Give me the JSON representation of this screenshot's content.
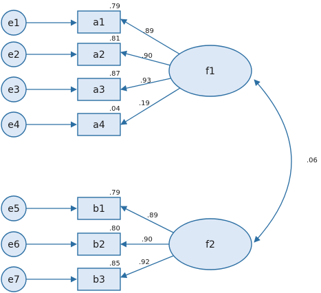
{
  "diagram": {
    "errors": [
      {
        "id": "e1",
        "label": "e1"
      },
      {
        "id": "e2",
        "label": "e2"
      },
      {
        "id": "e3",
        "label": "e3"
      },
      {
        "id": "e4",
        "label": "e4"
      },
      {
        "id": "e5",
        "label": "e5"
      },
      {
        "id": "e6",
        "label": "e6"
      },
      {
        "id": "e7",
        "label": "e7"
      }
    ],
    "indicators": [
      {
        "id": "a1",
        "label": "a1",
        "r2": ".79",
        "loading": ".89"
      },
      {
        "id": "a2",
        "label": "a2",
        "r2": ".81",
        "loading": ".90"
      },
      {
        "id": "a3",
        "label": "a3",
        "r2": ".87",
        "loading": ".93"
      },
      {
        "id": "a4",
        "label": "a4",
        "r2": ".04",
        "loading": ".19"
      },
      {
        "id": "b1",
        "label": "b1",
        "r2": ".79",
        "loading": ".89"
      },
      {
        "id": "b2",
        "label": "b2",
        "r2": ".80",
        "loading": ".90"
      },
      {
        "id": "b3",
        "label": "b3",
        "r2": ".85",
        "loading": ".92"
      }
    ],
    "factors": [
      {
        "id": "f1",
        "label": "f1"
      },
      {
        "id": "f2",
        "label": "f2"
      }
    ],
    "correlation": ".06",
    "colors": {
      "stroke": "#2c6fa3",
      "fill": "#dde8f6"
    }
  }
}
